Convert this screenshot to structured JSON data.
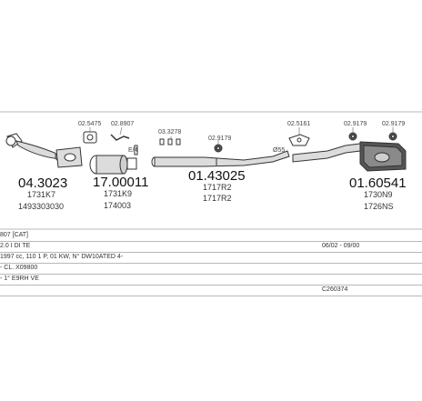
{
  "parts": [
    {
      "name": "catalytic-converter",
      "number": "04.3023",
      "refs": [
        "1731K7",
        "1493303030"
      ]
    },
    {
      "name": "front-pipe",
      "number": "17.00011",
      "refs": [
        "1731K9",
        "174003"
      ]
    },
    {
      "name": "centre-pipe",
      "number": "01.43025",
      "refs": [
        "1717R2",
        "1717R2"
      ]
    },
    {
      "name": "rear-silencer",
      "number": "01.60541",
      "refs": [
        "1730N9",
        "1726NS"
      ]
    }
  ],
  "accessories": [
    {
      "name": "gasket-1",
      "label": "02.5475"
    },
    {
      "name": "clamp-1",
      "label": "02.8907"
    },
    {
      "name": "bolt-1",
      "label": "03.3278"
    },
    {
      "name": "hanger-1",
      "label": "02.9179"
    },
    {
      "name": "bracket-1",
      "label": "02.5161"
    },
    {
      "name": "hanger-2",
      "label": "02.9179"
    },
    {
      "name": "hanger-3",
      "label": "02.9179"
    }
  ],
  "misc_labels": {
    "ext": "E/4",
    "diameter": "Ø55"
  },
  "info_rows": [
    {
      "left": "807 [CAT]",
      "right": ""
    },
    {
      "left": "2.0 I DI TE",
      "right": "06/02 - 09/00"
    },
    {
      "left": "1997 cc, 110 1 P, 01 KW, N° DW10ATED 4-",
      "right": ""
    },
    {
      "left": "- CL. X09800",
      "right": ""
    },
    {
      "left": "- 1° E9RH VE",
      "right": ""
    },
    {
      "left": "",
      "right": "C260374"
    }
  ],
  "colors": {
    "line": "#333333",
    "divider": "#b8b8b8",
    "part_fill": "#dcdcdc",
    "dark_fill": "#555555"
  }
}
